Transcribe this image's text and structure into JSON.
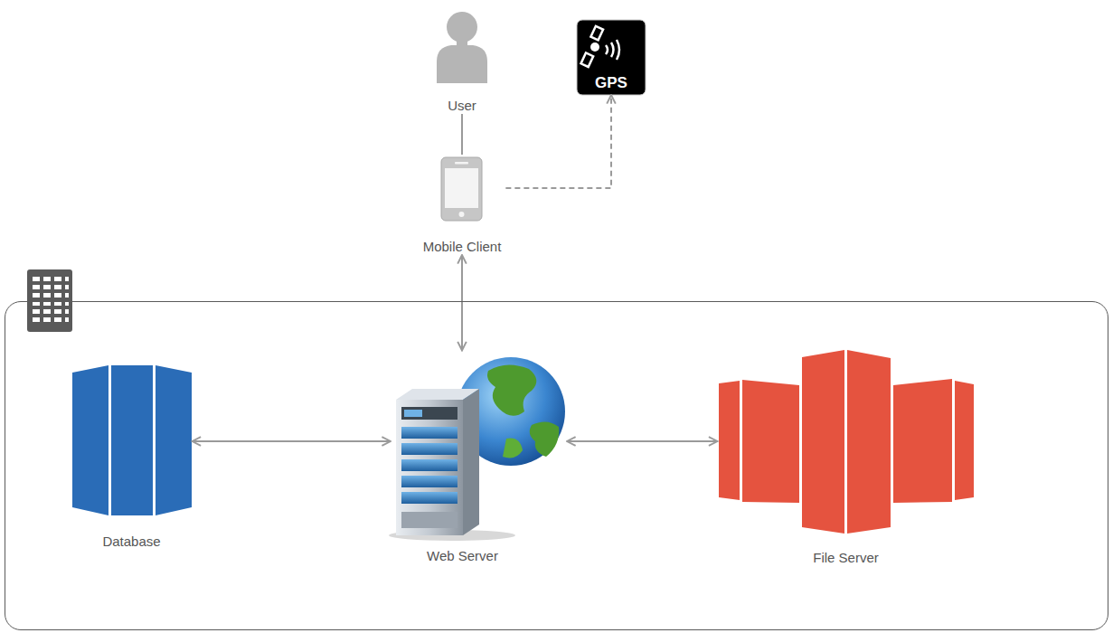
{
  "diagram": {
    "nodes": [
      {
        "text": [
          "User"
        ]
      },
      {
        "text": [
          "GPS"
        ]
      },
      {
        "text": [
          "Mobile Client"
        ]
      },
      {
        "text": []
      },
      {
        "text": [
          "Database"
        ],
        "in": 3
      },
      {
        "text": [
          "Web Server"
        ],
        "in": 3
      },
      {
        "text": [
          "File Server"
        ],
        "in": 3
      }
    ],
    "edges": [
      {
        "from": 0,
        "to": 2,
        "arrow": "none"
      },
      {
        "from": 2,
        "to": 1,
        "arrow": "to"
      },
      {
        "from": 2,
        "to": 5,
        "arrow": "both"
      },
      {
        "from": 4,
        "to": 5,
        "arrow": "both"
      },
      {
        "from": 5,
        "to": 6,
        "arrow": "both"
      }
    ]
  }
}
